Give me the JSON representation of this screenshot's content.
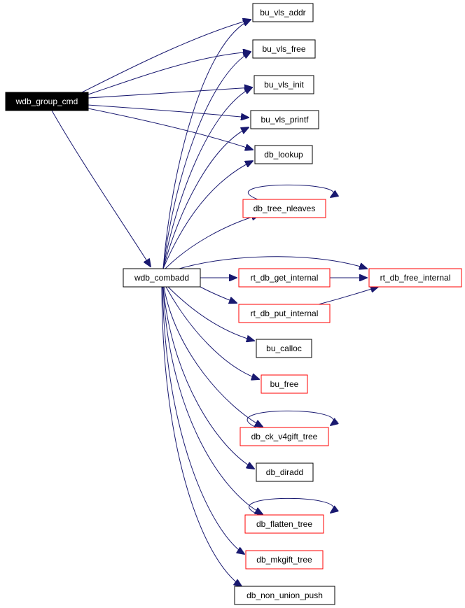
{
  "graph": {
    "colors": {
      "edge": "#191970",
      "root_fill": "#000000",
      "root_text": "#ffffff",
      "node_border": "#000000",
      "node_border_linked": "#ff0000"
    },
    "nodes": [
      {
        "id": "wdb_group_cmd",
        "label": "wdb_group_cmd",
        "style": "root"
      },
      {
        "id": "bu_vls_addr",
        "label": "bu_vls_addr",
        "style": "black"
      },
      {
        "id": "bu_vls_free",
        "label": "bu_vls_free",
        "style": "black"
      },
      {
        "id": "bu_vls_init",
        "label": "bu_vls_init",
        "style": "black"
      },
      {
        "id": "bu_vls_printf",
        "label": "bu_vls_printf",
        "style": "black"
      },
      {
        "id": "db_lookup",
        "label": "db_lookup",
        "style": "black"
      },
      {
        "id": "db_tree_nleaves",
        "label": "db_tree_nleaves",
        "style": "red"
      },
      {
        "id": "wdb_combadd",
        "label": "wdb_combadd",
        "style": "black"
      },
      {
        "id": "rt_db_get_internal",
        "label": "rt_db_get_internal",
        "style": "red"
      },
      {
        "id": "rt_db_free_internal",
        "label": "rt_db_free_internal",
        "style": "red"
      },
      {
        "id": "rt_db_put_internal",
        "label": "rt_db_put_internal",
        "style": "red"
      },
      {
        "id": "bu_calloc",
        "label": "bu_calloc",
        "style": "black"
      },
      {
        "id": "bu_free",
        "label": "bu_free",
        "style": "red"
      },
      {
        "id": "db_ck_v4gift_tree",
        "label": "db_ck_v4gift_tree",
        "style": "red"
      },
      {
        "id": "db_diradd",
        "label": "db_diradd",
        "style": "black"
      },
      {
        "id": "db_flatten_tree",
        "label": "db_flatten_tree",
        "style": "red"
      },
      {
        "id": "db_mkgift_tree",
        "label": "db_mkgift_tree",
        "style": "red"
      },
      {
        "id": "db_non_union_push",
        "label": "db_non_union_push",
        "style": "black"
      }
    ],
    "edges": [
      {
        "from": "wdb_group_cmd",
        "to": "bu_vls_addr"
      },
      {
        "from": "wdb_group_cmd",
        "to": "bu_vls_free"
      },
      {
        "from": "wdb_group_cmd",
        "to": "bu_vls_init"
      },
      {
        "from": "wdb_group_cmd",
        "to": "bu_vls_printf"
      },
      {
        "from": "wdb_group_cmd",
        "to": "db_lookup"
      },
      {
        "from": "wdb_group_cmd",
        "to": "wdb_combadd"
      },
      {
        "from": "wdb_combadd",
        "to": "bu_vls_addr"
      },
      {
        "from": "wdb_combadd",
        "to": "bu_vls_free"
      },
      {
        "from": "wdb_combadd",
        "to": "bu_vls_init"
      },
      {
        "from": "wdb_combadd",
        "to": "bu_vls_printf"
      },
      {
        "from": "wdb_combadd",
        "to": "db_lookup"
      },
      {
        "from": "wdb_combadd",
        "to": "db_tree_nleaves"
      },
      {
        "from": "db_tree_nleaves",
        "to": "db_tree_nleaves"
      },
      {
        "from": "wdb_combadd",
        "to": "rt_db_get_internal"
      },
      {
        "from": "wdb_combadd",
        "to": "rt_db_free_internal"
      },
      {
        "from": "rt_db_get_internal",
        "to": "rt_db_free_internal"
      },
      {
        "from": "wdb_combadd",
        "to": "rt_db_put_internal"
      },
      {
        "from": "rt_db_put_internal",
        "to": "rt_db_free_internal"
      },
      {
        "from": "wdb_combadd",
        "to": "bu_calloc"
      },
      {
        "from": "wdb_combadd",
        "to": "bu_free"
      },
      {
        "from": "wdb_combadd",
        "to": "db_ck_v4gift_tree"
      },
      {
        "from": "db_ck_v4gift_tree",
        "to": "db_ck_v4gift_tree"
      },
      {
        "from": "wdb_combadd",
        "to": "db_diradd"
      },
      {
        "from": "wdb_combadd",
        "to": "db_flatten_tree"
      },
      {
        "from": "db_flatten_tree",
        "to": "db_flatten_tree"
      },
      {
        "from": "wdb_combadd",
        "to": "db_mkgift_tree"
      },
      {
        "from": "wdb_combadd",
        "to": "db_non_union_push"
      }
    ]
  }
}
